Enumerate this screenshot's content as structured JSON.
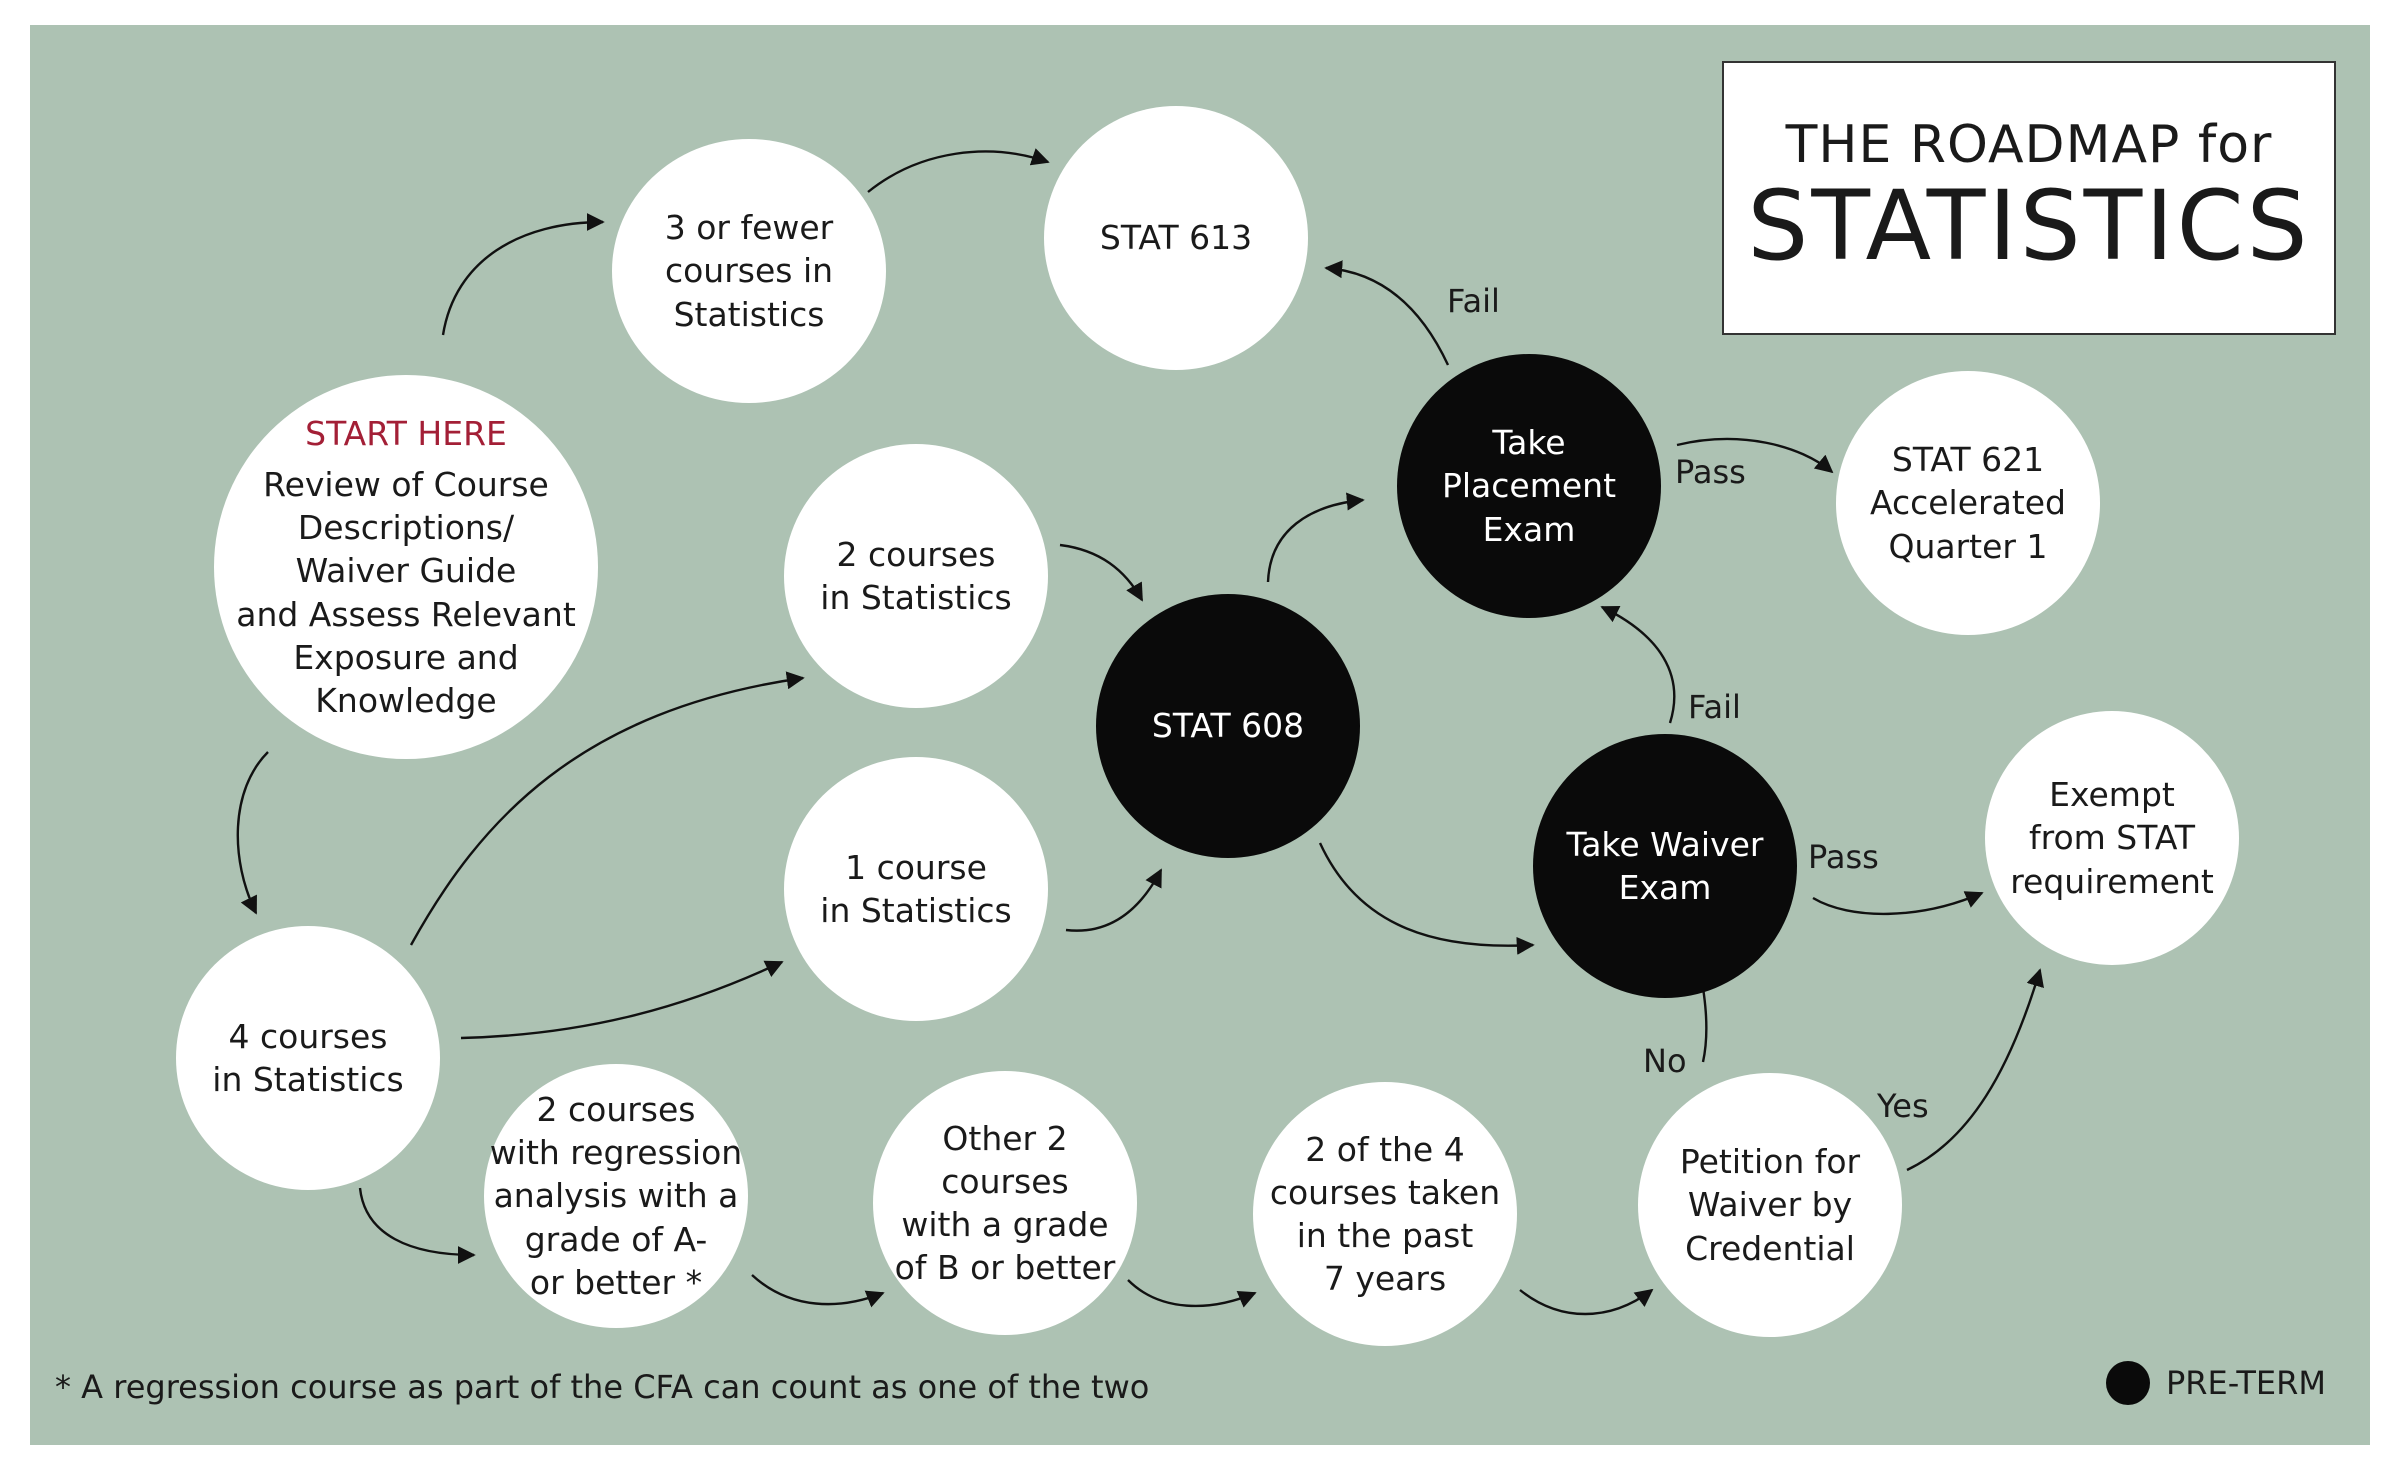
{
  "title": {
    "line1": "THE ROADMAP for",
    "line2": "STATISTICS"
  },
  "nodes": {
    "start": {
      "accent": "START HERE",
      "lines": [
        "Review of Course",
        "Descriptions/",
        "Waiver Guide",
        "and Assess Relevant",
        "Exposure and",
        "Knowledge"
      ]
    },
    "three_or_fewer": {
      "lines": [
        "3 or fewer",
        "courses in",
        "Statistics"
      ]
    },
    "stat613": {
      "lines": [
        "STAT 613"
      ]
    },
    "two_courses": {
      "lines": [
        "2 courses",
        "in Statistics"
      ]
    },
    "one_course": {
      "lines": [
        "1 course",
        "in Statistics"
      ]
    },
    "four_courses": {
      "lines": [
        "4 courses",
        "in Statistics"
      ]
    },
    "stat608": {
      "lines": [
        "STAT 608"
      ]
    },
    "placement": {
      "lines": [
        "Take",
        "Placement",
        "Exam"
      ]
    },
    "stat621": {
      "lines": [
        "STAT 621",
        "Accelerated",
        "Quarter 1"
      ]
    },
    "waiver_exam": {
      "lines": [
        "Take Waiver",
        "Exam"
      ]
    },
    "exempt": {
      "lines": [
        "Exempt",
        "from STAT",
        "requirement"
      ]
    },
    "regression": {
      "lines": [
        "2 courses",
        "with regression",
        "analysis with a",
        "grade of A-",
        "or better *"
      ]
    },
    "other_two": {
      "lines": [
        "Other 2",
        "courses",
        "with a grade",
        "of B or better"
      ]
    },
    "past_seven": {
      "lines": [
        "2 of the 4",
        "courses taken",
        "in the past",
        "7 years"
      ]
    },
    "petition": {
      "lines": [
        "Petition for",
        "Waiver by",
        "Credential"
      ]
    }
  },
  "edge_labels": {
    "fail_top": "Fail",
    "pass_top": "Pass",
    "fail_mid": "Fail",
    "pass_mid": "Pass",
    "no": "No",
    "yes": "Yes"
  },
  "footnote": "*  A regression course as part of the CFA can count as one of the two",
  "legend": {
    "label": "PRE-TERM",
    "dot_color": "#0a0a0a"
  },
  "colors": {
    "panel": "#adc2b3",
    "accent": "#a31f36",
    "dark_node": "#0a0a0a",
    "light_node": "#ffffff"
  }
}
